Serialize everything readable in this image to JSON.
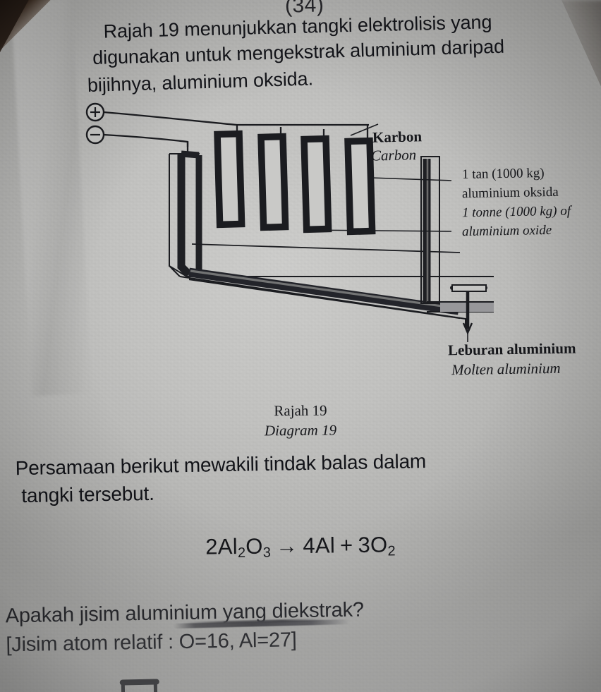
{
  "page": {
    "cut_header": "(34)"
  },
  "intro": {
    "line1": "Rajah 19 menunjukkan tangki elektrolisis yang",
    "line2": "digunakan untuk mengekstrak aluminium daripad",
    "line3": "bijihnya, aluminium oksida."
  },
  "diagram": {
    "terminal_positive": "+",
    "terminal_negative": "−",
    "labels": {
      "carbon_bm": "Karbon",
      "carbon_en": "Carbon",
      "oxide_bm_line1": "1 tan (1000 kg)",
      "oxide_bm_line2": "aluminium oksida",
      "oxide_en_line1": "1 tonne (1000 kg) of",
      "oxide_en_line2": "aluminium oxide",
      "molten_bm": "Leburan aluminium",
      "molten_en": "Molten aluminium"
    },
    "caption_bm": "Rajah 19",
    "caption_en": "Diagram 19"
  },
  "body": {
    "line1": "Persamaan berikut mewakili tindak balas dalam",
    "line2": "tangki tersebut."
  },
  "equation": {
    "reactant_coeff": "2",
    "reactant_formula_al": "Al",
    "reactant_sub_al": "2",
    "reactant_formula_o": "O",
    "reactant_sub_o": "3",
    "arrow": "→",
    "product1_coeff": "4",
    "product1_formula": "Al",
    "plus": "+",
    "product2_coeff": "3",
    "product2_formula": "O",
    "product2_sub": "2",
    "plain_text": "2Al2O3 → 4Al + 3O2"
  },
  "question": {
    "line1": "Apakah jisim aluminium yang diekstrak?",
    "line2": "[Jisim atom relatif : O=16, Al=27]"
  },
  "colors": {
    "paper": "#c4c4c2",
    "ink": "#15161a",
    "pencil": "#4a4a4e"
  }
}
